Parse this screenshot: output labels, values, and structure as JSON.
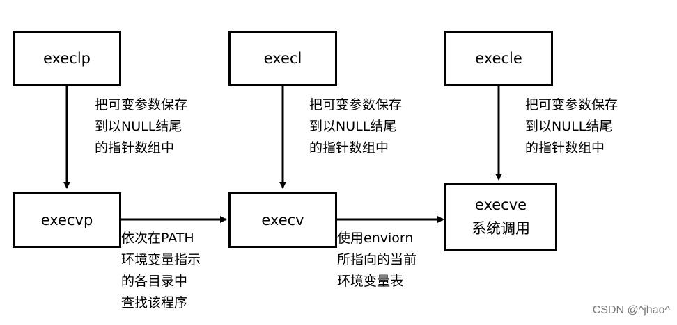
{
  "boxes": {
    "execlp": "execlp",
    "execl": "execl",
    "execle": "execle",
    "execvp": "execvp",
    "execv": "execv",
    "execve": "execve",
    "execve_sub": "系统调用"
  },
  "notes": {
    "left_vertical": [
      "把可变参数保存",
      "到以NULL结尾",
      "的指针数组中"
    ],
    "mid_vertical": [
      "把可变参数保存",
      "到以NULL结尾",
      "的指针数组中"
    ],
    "right_vertical": [
      "把可变参数保存",
      "到以NULL结尾",
      "的指针数组中"
    ],
    "execvp_to_execv": [
      "依次在PATH",
      "环境变量指示",
      "的各目录中",
      "查找该程序"
    ],
    "execv_to_execve": [
      "使用enviorn",
      "所指向的当前",
      "环境变量表"
    ]
  },
  "watermark": "CSDN @^jhao^"
}
